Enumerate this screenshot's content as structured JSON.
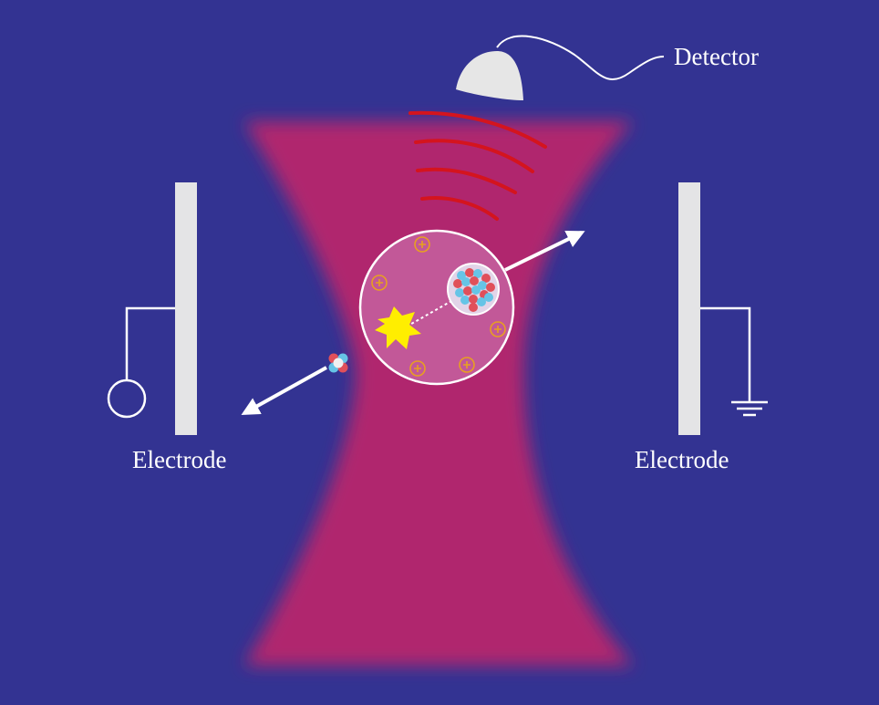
{
  "labels": {
    "detector": "Detector",
    "electrode_left": "Electrode",
    "electrode_right": "Electrode"
  },
  "colors": {
    "background": "#333392",
    "laser_beam": "#b0286e",
    "fluorescence_arcs": "#d4141e",
    "electrode_plates": "#e4e4e6",
    "ion_markers": "#e8a020",
    "fragment_flash": "#ffee00",
    "nucleon_red": "#e0505a",
    "nucleon_blue": "#66c4e6"
  }
}
